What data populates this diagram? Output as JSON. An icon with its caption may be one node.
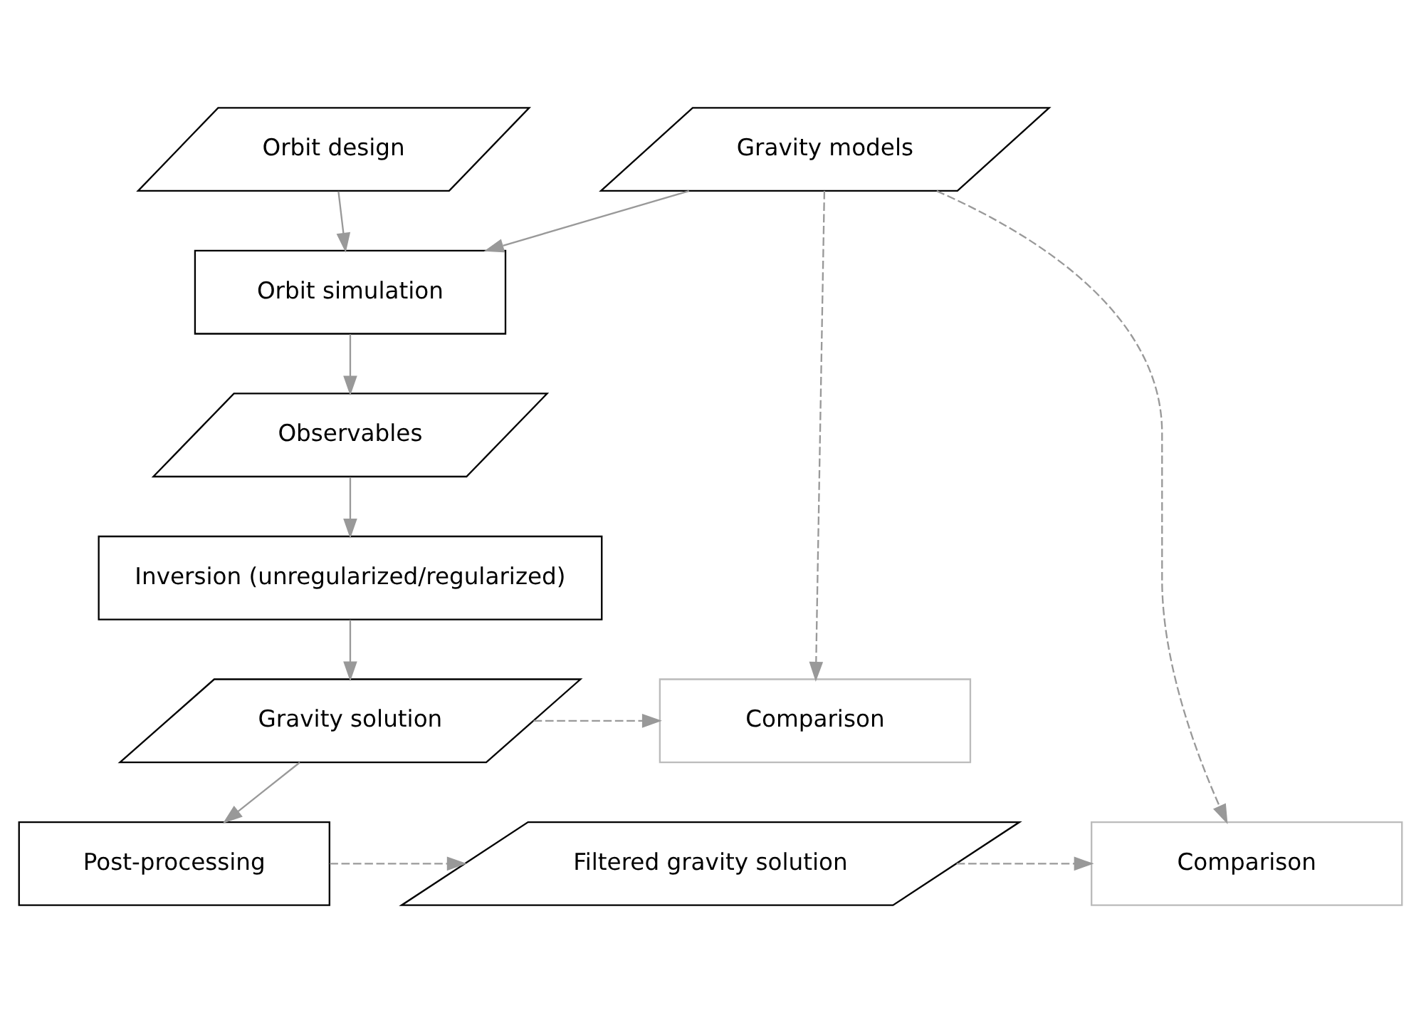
{
  "diagram": {
    "nodes": [
      {
        "text": [
          "Orbit design"
        ]
      },
      {
        "text": [
          "Gravity models"
        ]
      },
      {
        "text": [
          "Orbit simulation"
        ]
      },
      {
        "text": [
          "Observables"
        ]
      },
      {
        "text": [
          "Inversion (unregularized/regularized)"
        ]
      },
      {
        "text": [
          "Gravity solution"
        ]
      },
      {
        "text": [
          "Comparison"
        ]
      },
      {
        "text": [
          "Post-processing"
        ]
      },
      {
        "text": [
          "Filtered gravity solution"
        ]
      },
      {
        "text": [
          "Comparison"
        ]
      }
    ],
    "edges": [
      {
        "from": 0,
        "to": 2,
        "arrow": "to"
      },
      {
        "from": 1,
        "to": 2,
        "arrow": "to"
      },
      {
        "from": 2,
        "to": 3,
        "arrow": "to"
      },
      {
        "from": 3,
        "to": 4,
        "arrow": "to"
      },
      {
        "from": 4,
        "to": 5,
        "arrow": "to"
      },
      {
        "from": 5,
        "to": 7,
        "arrow": "to"
      },
      {
        "from": 1,
        "to": 6,
        "arrow": "to",
        "style": "dashed"
      },
      {
        "from": 1,
        "to": 9,
        "arrow": "to",
        "style": "dashed"
      },
      {
        "from": 5,
        "to": 6,
        "arrow": "to",
        "style": "dashed"
      },
      {
        "from": 7,
        "to": 8,
        "arrow": "to",
        "style": "dashed"
      },
      {
        "from": 8,
        "to": 9,
        "arrow": "to",
        "style": "dashed"
      }
    ]
  }
}
